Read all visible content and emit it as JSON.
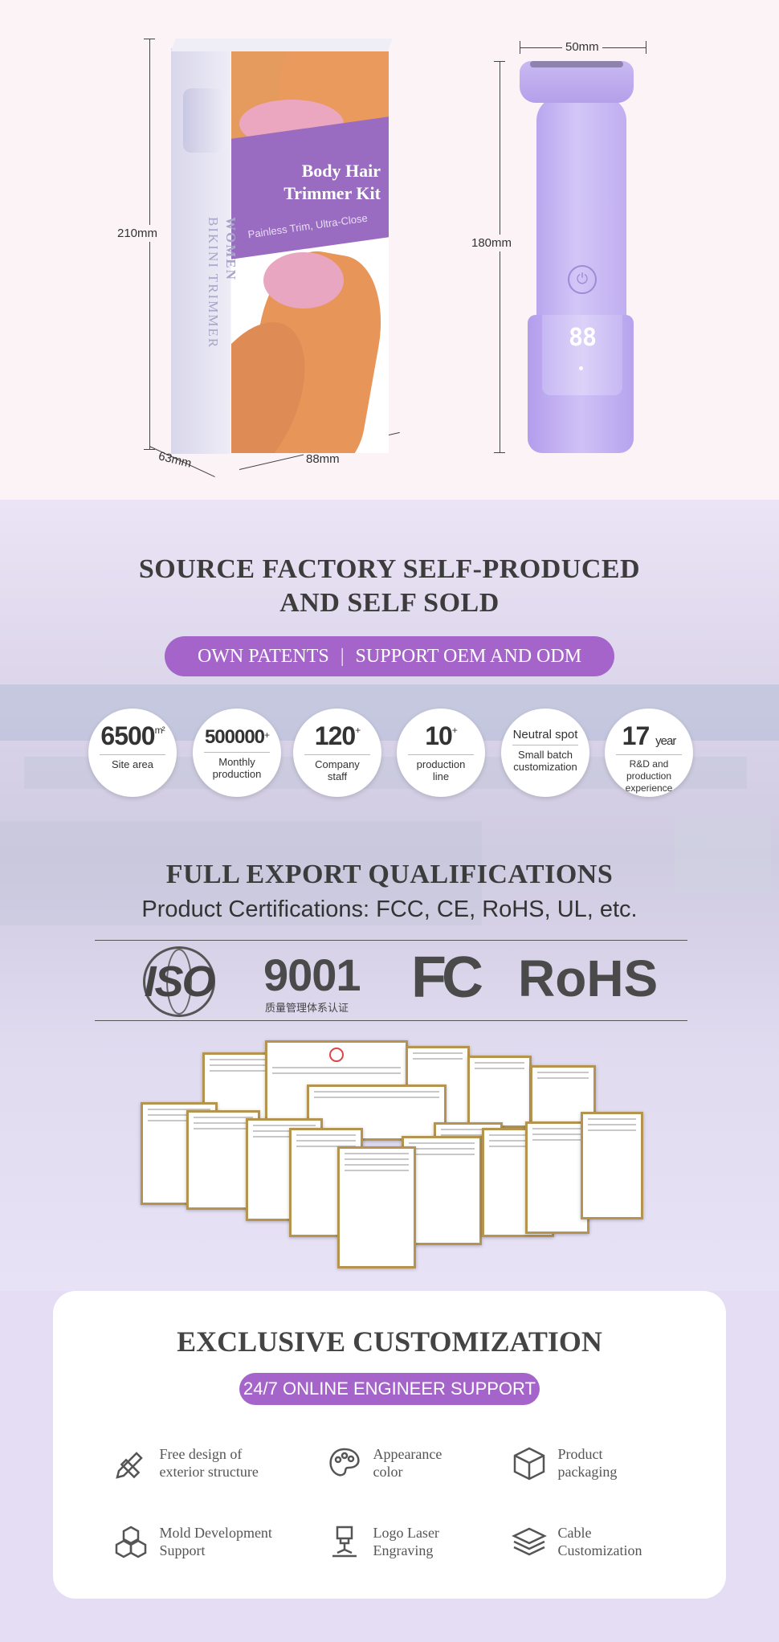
{
  "product": {
    "box_title_line1": "Body Hair",
    "box_title_line2": "Trimmer Kit",
    "box_subtitle": "Painless Trim, Ultra-Close",
    "box_side_line1": "WOMEN",
    "box_side_line2": "BIKINI TRIMMER",
    "box_height": "210mm",
    "box_depth": "63mm",
    "box_width": "88mm",
    "device_width": "50mm",
    "device_height": "180mm",
    "device_display": "88"
  },
  "factory": {
    "title_line1": "SOURCE FACTORY SELF-PRODUCED",
    "title_line2": "AND SELF SOLD",
    "pill_left": "OWN PATENTS",
    "pill_right": "SUPPORT OEM AND ODM",
    "stats": [
      {
        "value": "6500",
        "sup": "m²",
        "label": "Site area"
      },
      {
        "value": "500000",
        "sup": "+",
        "label": "Monthly production"
      },
      {
        "value": "120",
        "sup": "+",
        "label": "Company staff"
      },
      {
        "value": "10",
        "sup": "+",
        "label": "production line"
      },
      {
        "value": "Neutral spot",
        "label": "Small batch customization"
      },
      {
        "value": "17",
        "unit": "year",
        "label": "R&D and production experience"
      }
    ]
  },
  "export": {
    "title": "FULL EXPORT QUALIFICATIONS",
    "subtitle": "Product Certifications: FCC, CE, RoHS, UL, etc.",
    "logos": {
      "iso": "ISO",
      "num": "9001",
      "num_caption": "质量管理体系认证",
      "fc": "FC",
      "rohs": "RoHS"
    }
  },
  "custom": {
    "title": "EXCLUSIVE CUSTOMIZATION",
    "pill": "24/7 ONLINE ENGINEER SUPPORT",
    "features": [
      {
        "line1": "Free design of",
        "line2": "exterior structure",
        "icon": "pencil-ruler-icon"
      },
      {
        "line1": "Appearance",
        "line2": "color",
        "icon": "palette-icon"
      },
      {
        "line1": "Product",
        "line2": "packaging",
        "icon": "box-icon"
      },
      {
        "line1": "Mold Development",
        "line2": "Support",
        "icon": "cubes-icon"
      },
      {
        "line1": "Logo Laser",
        "line2": "Engraving",
        "icon": "laser-icon"
      },
      {
        "line1": "Cable",
        "line2": "Customization",
        "icon": "layers-icon"
      }
    ]
  },
  "colors": {
    "accent": "#a564c9",
    "device": "#c2b2f1",
    "box_band": "#9a6cc1"
  }
}
